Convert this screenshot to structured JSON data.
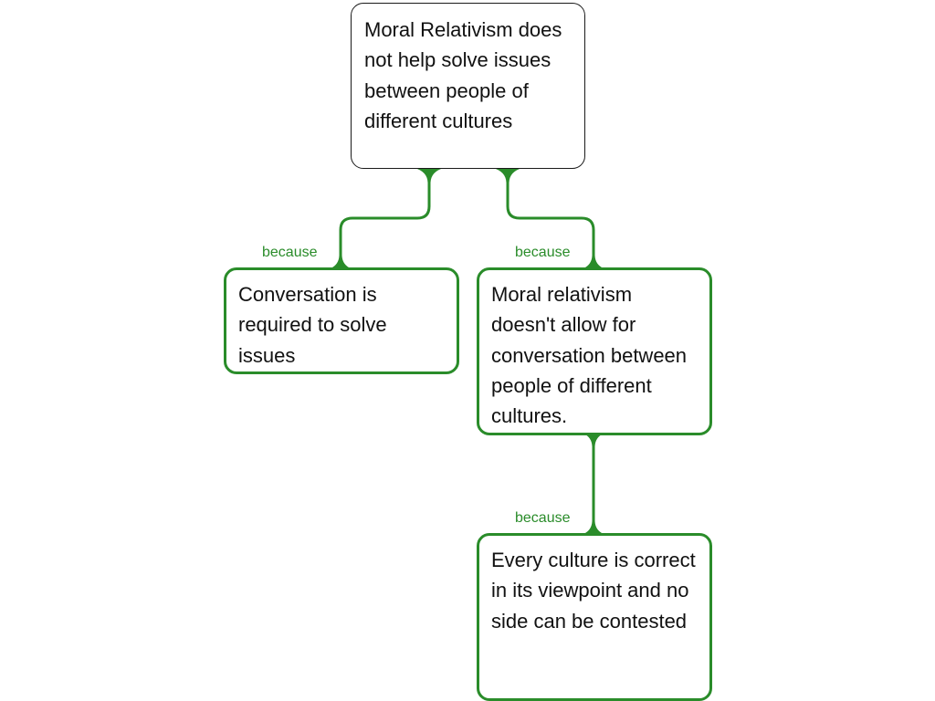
{
  "diagram": {
    "type": "argument-map",
    "connector_color": "#2a8c2a",
    "claim_border_color": "#1a1a1a",
    "nodes": [
      {
        "id": "claim",
        "role": "claim",
        "text": "Moral Relativism does not help solve issues between people of different cultures"
      },
      {
        "id": "reason-1",
        "role": "reason",
        "parent": "claim",
        "text": "Conversation is required to solve issues"
      },
      {
        "id": "reason-2",
        "role": "reason",
        "parent": "claim",
        "text": "Moral relativism doesn't allow for conversation between people of different cultures."
      },
      {
        "id": "reason-3",
        "role": "reason",
        "parent": "reason-2",
        "text": "Every culture is correct in its viewpoint and no side can be contested"
      }
    ],
    "links": [
      {
        "from": "reason-1",
        "to": "claim",
        "label": "because"
      },
      {
        "from": "reason-2",
        "to": "claim",
        "label": "because"
      },
      {
        "from": "reason-3",
        "to": "reason-2",
        "label": "because"
      }
    ]
  }
}
